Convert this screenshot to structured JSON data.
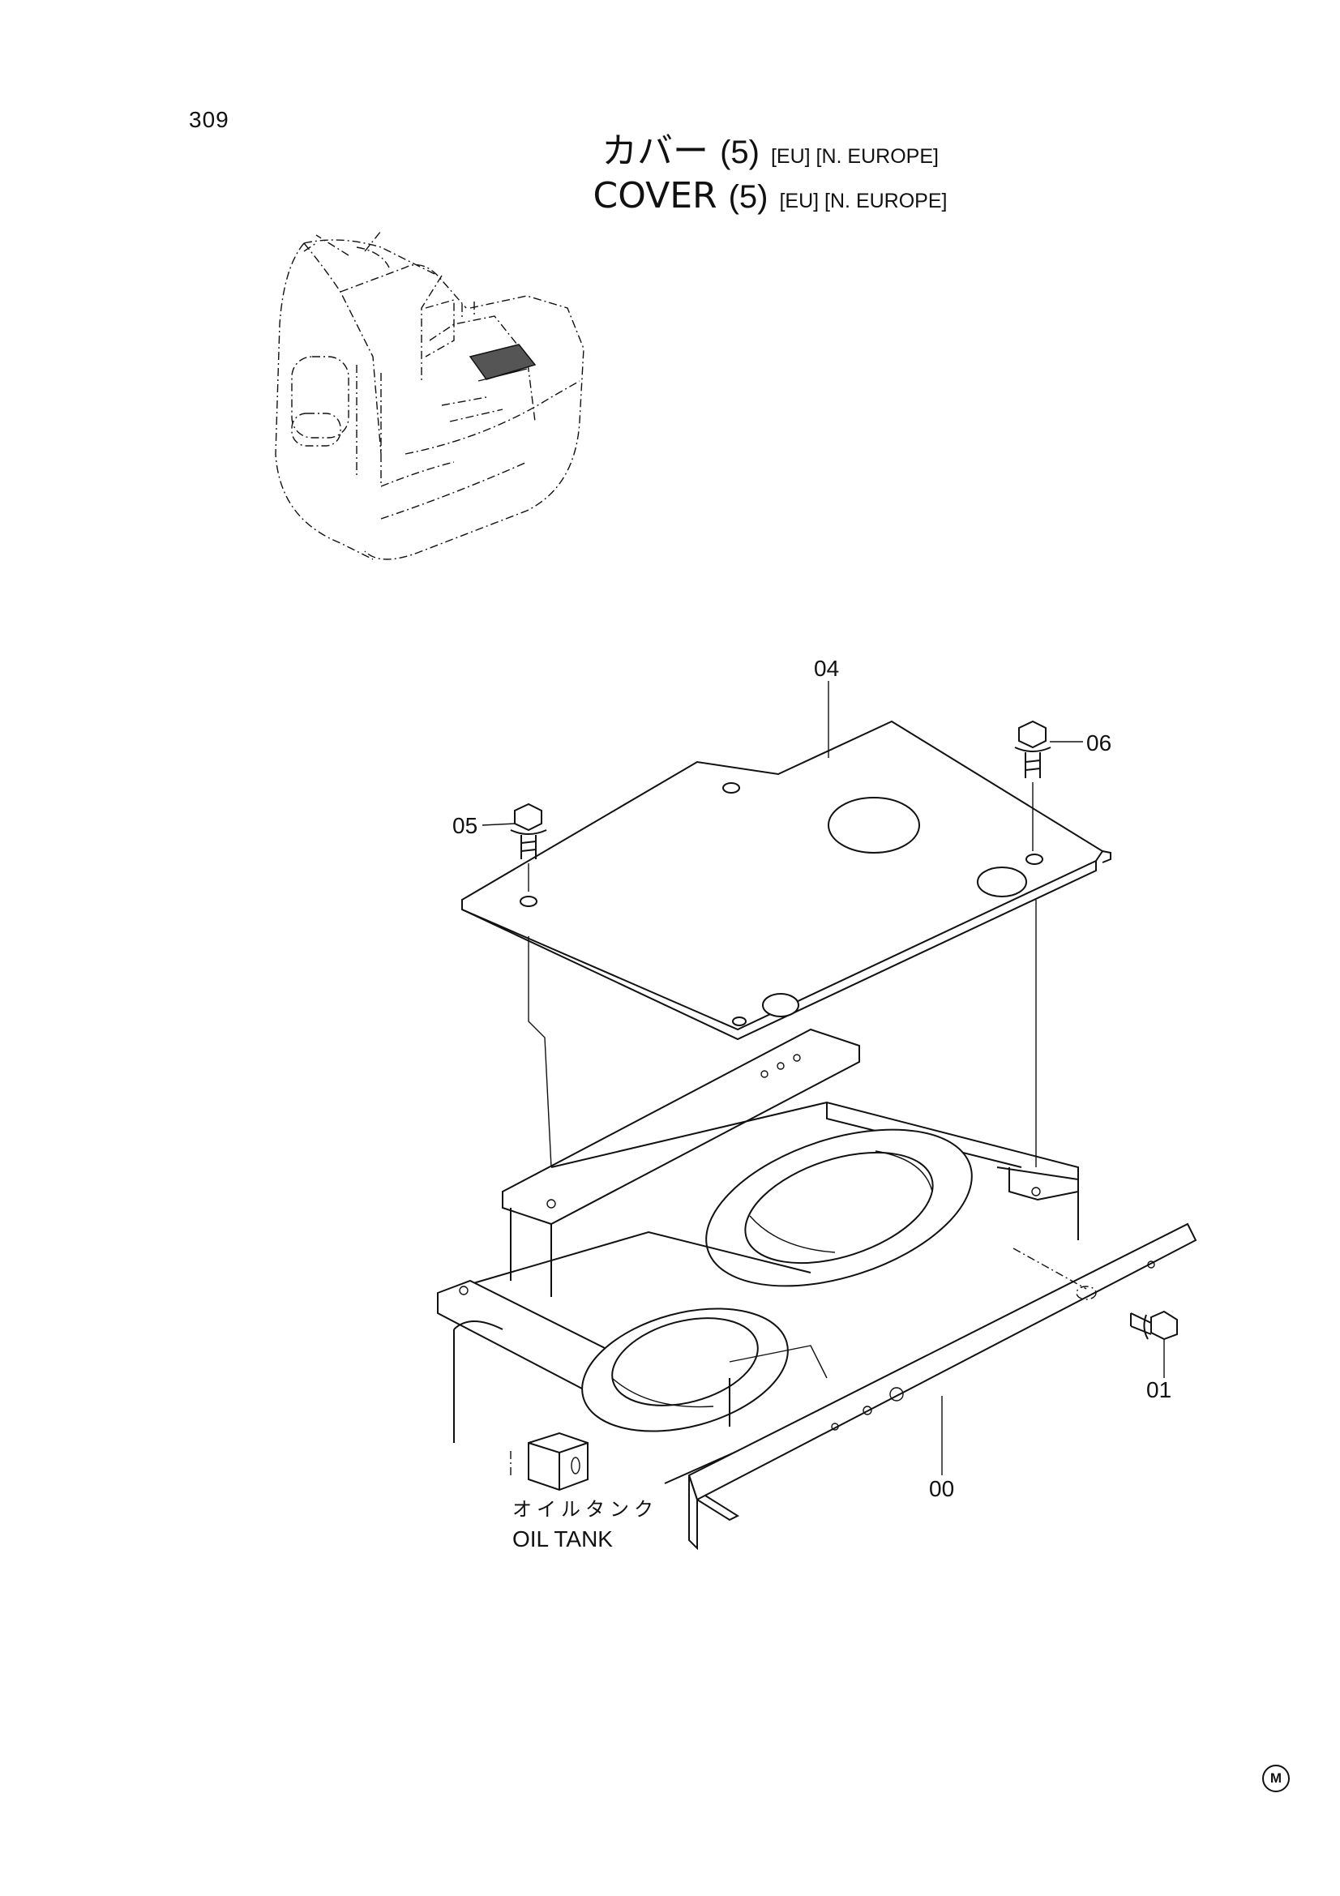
{
  "page_number": "309",
  "title": {
    "japanese": {
      "name": "カバー",
      "number": "(5)",
      "tags": "[EU] [N. EUROPE]"
    },
    "english": {
      "name": "COVER",
      "number": "(5)",
      "tags": "[EU] [N. EUROPE]"
    }
  },
  "callouts": {
    "part_04": "04",
    "part_05": "05",
    "part_06": "06",
    "part_01": "01",
    "part_00": "00"
  },
  "oil_tank": {
    "japanese": "オイルタンク",
    "english": "OIL TANK"
  },
  "corner_mark": "M"
}
